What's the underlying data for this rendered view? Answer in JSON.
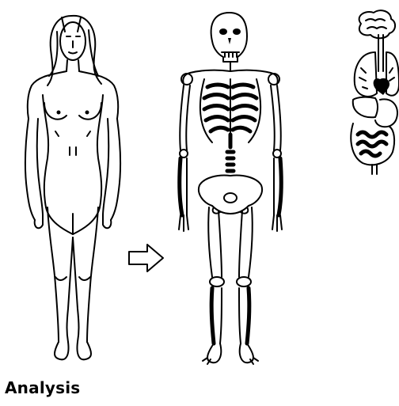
{
  "caption": {
    "text": "Analysis"
  },
  "figures": [
    {
      "id": "female-body",
      "icon": "female-body-outline"
    },
    {
      "id": "skeleton",
      "icon": "human-skeleton"
    },
    {
      "id": "internal-organs",
      "icon": "internal-organs"
    }
  ],
  "arrow": {
    "icon": "right-arrow-icon"
  }
}
